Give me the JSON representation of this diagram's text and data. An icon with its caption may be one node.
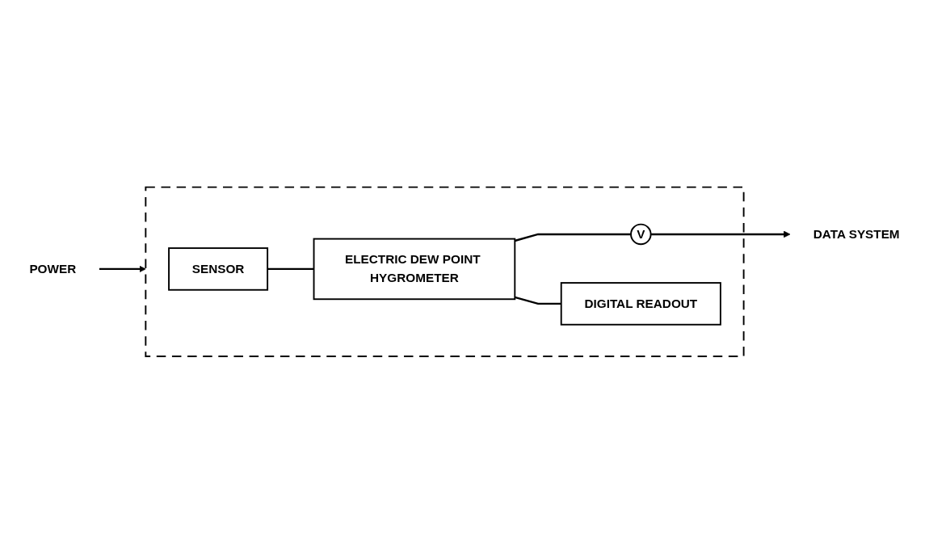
{
  "diagram": {
    "nodes": [
      {
        "text": [
          "POWER"
        ]
      },
      {
        "text": [],
        "shape": "box"
      },
      {
        "text": [
          "SENSOR"
        ],
        "in": 1
      },
      {
        "text": [
          "ELECTRIC DEW POINT HYGROMETER"
        ],
        "in": 1
      },
      {
        "text": [
          "V"
        ],
        "in": 1
      },
      {
        "text": [
          "DIGITAL READOUT"
        ],
        "in": 1
      },
      {
        "text": [
          "DATA SYSTEM"
        ]
      }
    ],
    "edges": [
      {
        "from": 0,
        "to": 1,
        "arrow": "to"
      },
      {
        "from": 2,
        "to": 3,
        "arrow": "none"
      },
      {
        "from": 3,
        "to": 5,
        "arrow": "none"
      },
      {
        "from": 3,
        "to": 4,
        "arrow": "none"
      },
      {
        "from": 4,
        "to": 6,
        "arrow": "to"
      }
    ]
  }
}
